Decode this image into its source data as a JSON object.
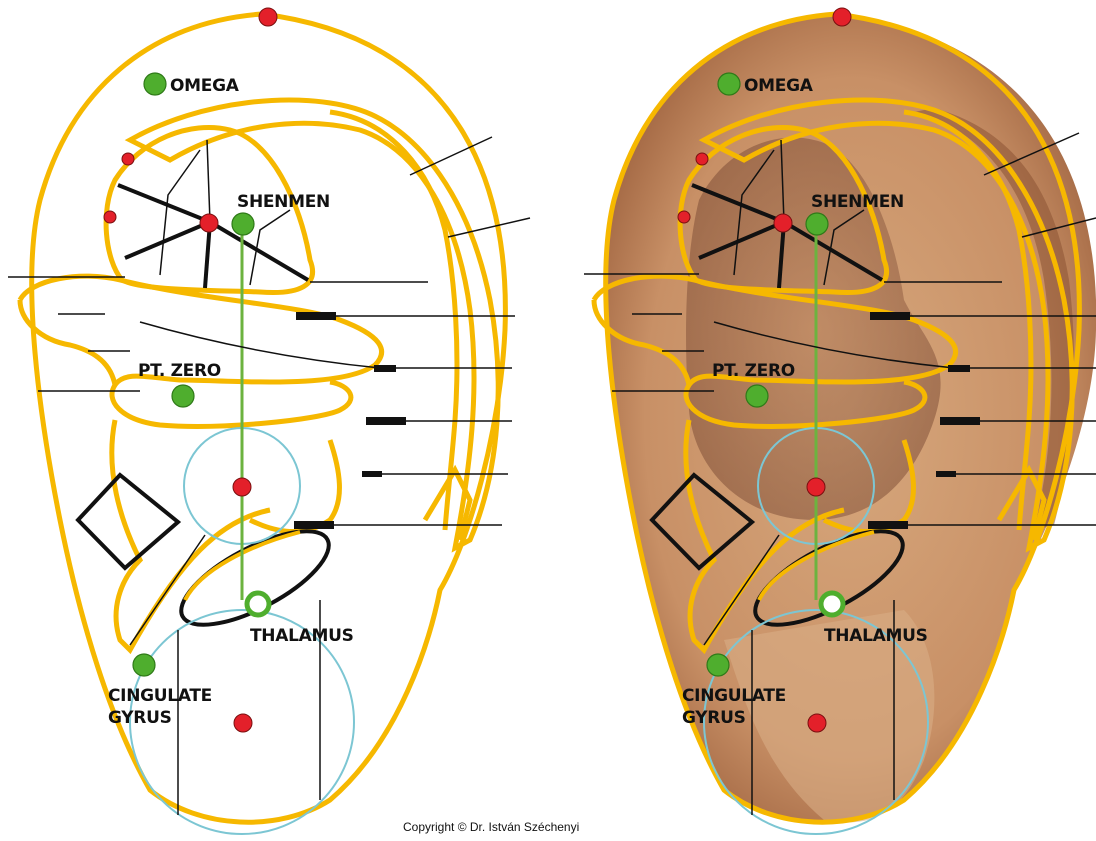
{
  "labels": {
    "omega": "OMEGA",
    "shenmen": "SHENMEN",
    "pt_zero": "PT. ZERO",
    "thalamus": "THALAMUS",
    "cingulate_line1": "CINGULATE",
    "cingulate_line2": "GYRUS"
  },
  "copyright": "Copyright © Dr. István Széchenyi",
  "panels": [
    "diagram",
    "photo-overlay"
  ],
  "colors": {
    "outline": "#F6B800",
    "green_point": "#4FAE2E",
    "red_point": "#E3202A",
    "cyan_circle": "#7CC6D3",
    "green_line": "#6CB33F",
    "skin": "#CF9B6E",
    "skin_shadow": "#8A5233",
    "black_lines": "#111111"
  }
}
